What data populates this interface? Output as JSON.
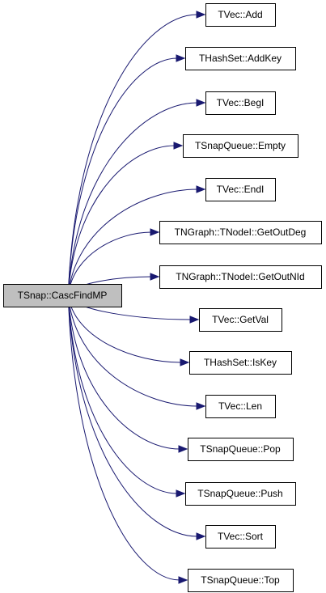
{
  "graph": {
    "root": {
      "id": "root",
      "label": "TSnap::CascFindMP"
    },
    "callees": [
      {
        "id": "n0",
        "label": "TVec::Add"
      },
      {
        "id": "n1",
        "label": "THashSet::AddKey"
      },
      {
        "id": "n2",
        "label": "TVec::BegI"
      },
      {
        "id": "n3",
        "label": "TSnapQueue::Empty"
      },
      {
        "id": "n4",
        "label": "TVec::EndI"
      },
      {
        "id": "n5",
        "label": "TNGraph::TNodeI::GetOutDeg"
      },
      {
        "id": "n6",
        "label": "TNGraph::TNodeI::GetOutNId"
      },
      {
        "id": "n7",
        "label": "TVec::GetVal"
      },
      {
        "id": "n8",
        "label": "THashSet::IsKey"
      },
      {
        "id": "n9",
        "label": "TVec::Len"
      },
      {
        "id": "n10",
        "label": "TSnapQueue::Pop"
      },
      {
        "id": "n11",
        "label": "TSnapQueue::Push"
      },
      {
        "id": "n12",
        "label": "TVec::Sort"
      },
      {
        "id": "n13",
        "label": "TSnapQueue::Top"
      }
    ],
    "colors": {
      "edge": "#191970",
      "root_fill": "#bfbfbf",
      "node_fill": "#ffffff",
      "node_border": "#000000"
    }
  }
}
